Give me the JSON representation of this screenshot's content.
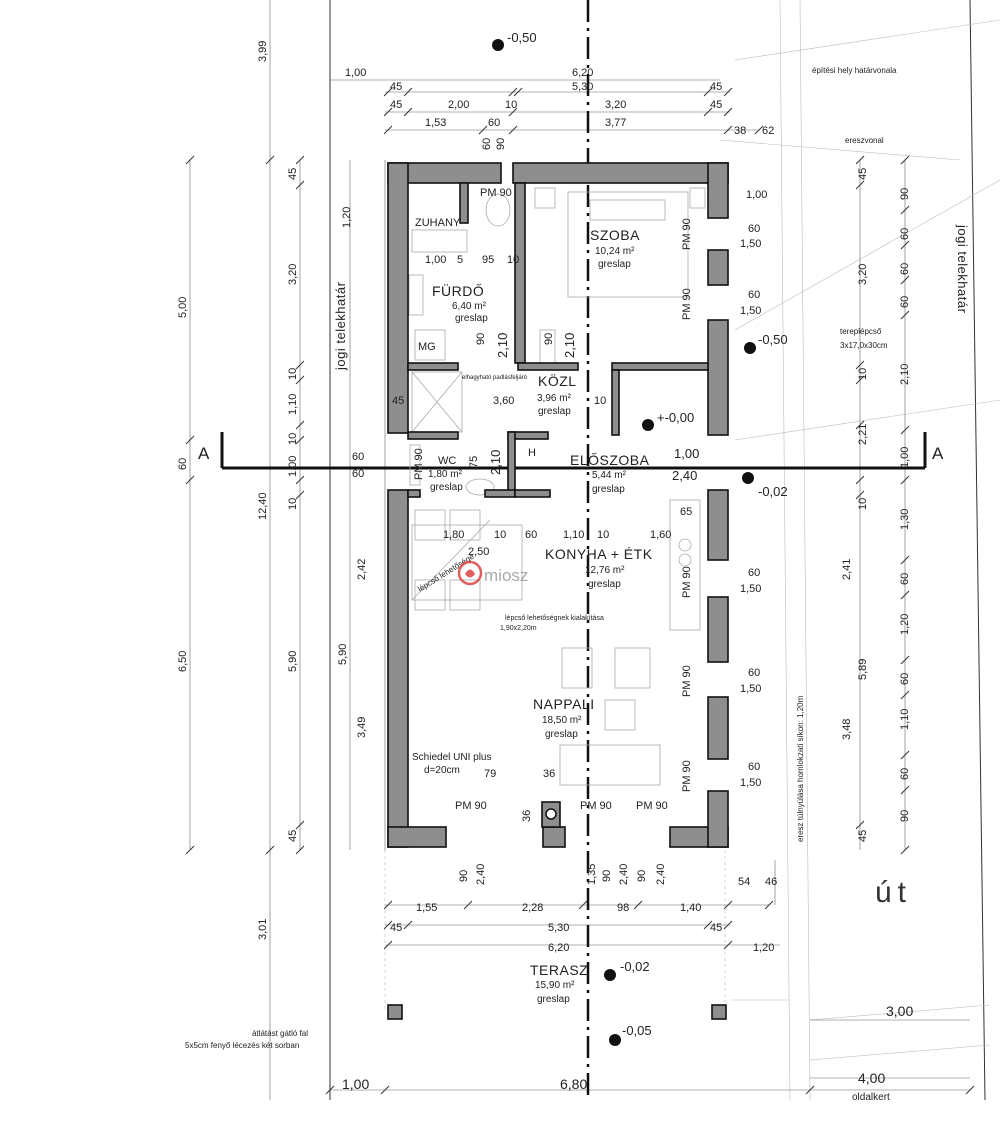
{
  "rooms": {
    "szoba": {
      "name": "SZOBA",
      "area": "10,24 m²",
      "floor": "greslap"
    },
    "furdo": {
      "name": "FÜRDŐ",
      "area": "6,40 m²",
      "floor": "greslap"
    },
    "zuhany": {
      "name": "ZUHANY"
    },
    "mg": {
      "name": "MG"
    },
    "kozl": {
      "name": "KÖZL",
      "area": "3,96 m²",
      "floor": "greslap"
    },
    "wc": {
      "name": "WC",
      "area": "1,80 m²",
      "floor": "greslap"
    },
    "h": {
      "name": "H"
    },
    "eloszoba": {
      "name": "ELŐSZOBA",
      "area": "5,44 m²",
      "floor": "greslap"
    },
    "konyha": {
      "name": "KONYHA + ÉTK",
      "area": "12,76 m²",
      "floor": "greslap"
    },
    "nappali": {
      "name": "NAPPALI",
      "area": "18,50 m²",
      "floor": "greslap"
    },
    "terasz": {
      "name": "TERASZ",
      "area": "15,90 m²",
      "floor": "greslap"
    }
  },
  "labels": {
    "pm90": "PM 90",
    "section_a": "A",
    "jogi_telekhatar": "jogi telekhatár",
    "epitesi_hely": "építési hely határvonala",
    "ereszvonal": "ereszvonal",
    "tereplepcso": "tereplépcső",
    "tereplepcso_size": "3x17,0x30cm",
    "padlasfeljaro": "elhagyható padlásfeljáró",
    "lepcso_lehetosege": "lépcső lehetősége",
    "lepcso_kialakitas": "lépcső lehetőségnek kialakítása",
    "lepcso_size": "1,90x2,20m",
    "schiedel": "Schiedel UNI plus",
    "schiedel_d": "d=20cm",
    "eresz_note": "eresz túlnyúlása homlokzati síkon: 1,20m",
    "atlatast_1": "átlátást gátló fal",
    "atlatast_2": "5x5cm fenyő lécezés két sorban",
    "ut": "út",
    "oldalkert": "oldalkert",
    "logo": "miosz"
  },
  "levels": {
    "top": "-0,50",
    "right": "-0,50",
    "entry": "+-0,00",
    "step": "-0,02",
    "terrace": "-0,02",
    "bottom": "-0,05"
  },
  "top_dims": {
    "left_gap": "1,00",
    "total": "6,20",
    "inner": "5,30",
    "wall_l1": "45",
    "wall_r1": "45",
    "wall_l2": "45",
    "seg_200": "2,00",
    "seg_10": "10",
    "seg_320": "3,20",
    "wall_r2": "45",
    "seg_153": "1,53",
    "seg_60": "60",
    "seg_377": "3,77",
    "door_60": "60",
    "door_90": "90",
    "seg_38": "38",
    "seg_62": "62"
  },
  "left_dims": {
    "d399": "3,99",
    "d500": "5,00",
    "d1240": "12,40",
    "d650": "6,50",
    "d301": "3,01",
    "d60": "60",
    "i45a": "45",
    "i320": "3,20",
    "i10a": "10",
    "i110": "1,10",
    "i10b": "10",
    "i100": "1,00",
    "i10c": "10",
    "i590": "5,90",
    "i45b": "45",
    "w120": "1,20",
    "w242": "2,42",
    "w590": "5,90",
    "w349": "3,49"
  },
  "right_dims": {
    "r45a": "45",
    "r320": "3,20",
    "r10a": "10",
    "r221": "2,21",
    "r100": "1,00",
    "r10b": "10",
    "r241": "2,41",
    "r589": "5,89",
    "r348": "3,48",
    "r45b": "45",
    "c90a": "90",
    "c60a": "60",
    "c60b": "60",
    "c60c": "60",
    "c210": "2,10",
    "c130": "1,30",
    "c60d": "60",
    "c120": "1,20",
    "c60e": "60",
    "c110": "1,10",
    "c60f": "60",
    "c90b": "90"
  },
  "window_dims": {
    "w100": "1,00",
    "w60a": "60",
    "w150a": "1,50",
    "w60b": "60",
    "w150b": "1,50",
    "w65": "65",
    "w60c": "60",
    "w150c": "1,50",
    "w60d": "60",
    "w150d": "1,50",
    "w60e": "60",
    "w150e": "1,50"
  },
  "interior_dims": {
    "b100": "1,00",
    "b5": "5",
    "b95": "95",
    "b10": "10",
    "d90a": "90",
    "d210a": "2,10",
    "d90b": "90",
    "d210b": "2,10",
    "k45": "45",
    "k360": "3,60",
    "k10": "10",
    "wc90": "90",
    "wc75": "75",
    "wc210": "2,10",
    "e100": "1,00",
    "e240": "2,40",
    "e60a": "60",
    "e60b": "60",
    "k180": "1,80",
    "k10a": "10",
    "k60": "60",
    "k110": "1,10",
    "k10b": "10",
    "k160": "1,60",
    "k250": "2,50",
    "n79": "79",
    "n36a": "36",
    "n36b": "36"
  },
  "bottom_dims": {
    "b90a": "90",
    "b240a": "2,40",
    "b135": "1,35",
    "b90b": "90",
    "b240b": "2,40",
    "b90c": "90",
    "b240c": "2,40",
    "b54": "54",
    "b46": "46",
    "b155": "1,55",
    "b228": "2,28",
    "b98": "98",
    "b140": "1,40",
    "bw45a": "45",
    "b530": "5,30",
    "bw45b": "45",
    "b620": "6,20",
    "b120": "1,20",
    "b300": "3,00",
    "b100": "1,00",
    "b680": "6,80",
    "b400": "4,00"
  }
}
